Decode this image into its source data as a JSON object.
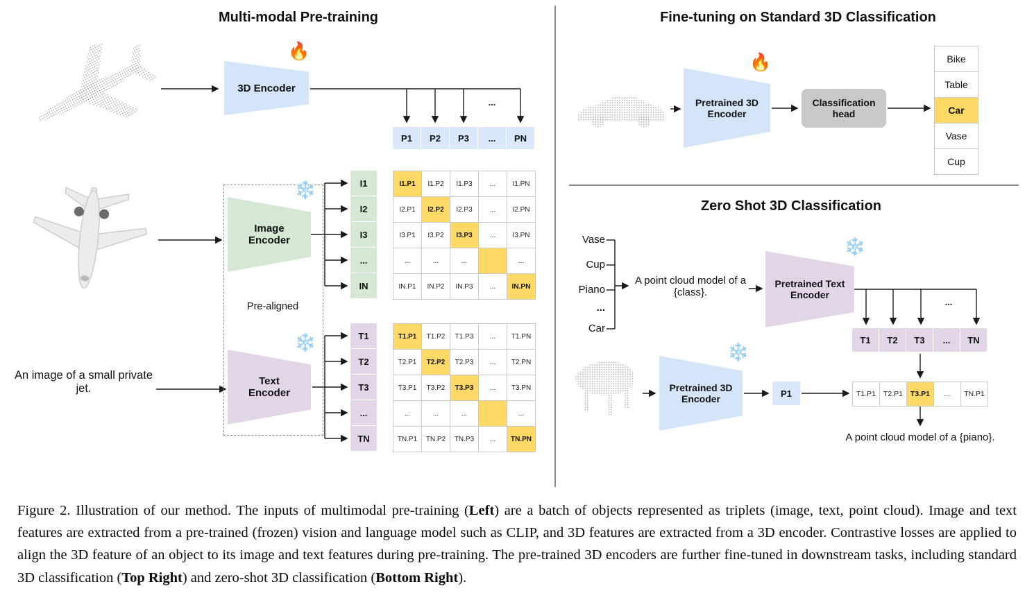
{
  "icons": {
    "fire": "🔥",
    "snowflake": "❄️"
  },
  "colors": {
    "blue_cell": "#dae8fc",
    "green_cell": "#d5e8d4",
    "purple_cell": "#e1d5e7",
    "highlight": "#ffd966",
    "gray_box": "#c9c9c9"
  },
  "left_panel": {
    "title": "Multi-modal Pre-training",
    "encoder_3d_label": "3D Encoder",
    "image_encoder_label": "Image Encoder",
    "text_encoder_label": "Text Encoder",
    "prealigned_label": "Pre-aligned",
    "text_input": "An image of a small private jet.",
    "ellipsis": "...",
    "p_header": [
      "P1",
      "P2",
      "P3",
      "...",
      "PN"
    ],
    "i_labels": [
      "I1",
      "I2",
      "I3",
      "...",
      "IN"
    ],
    "t_labels": [
      "T1",
      "T2",
      "T3",
      "...",
      "TN"
    ],
    "i_matrix": [
      [
        "I1.P1",
        "I1.P2",
        "I1.P3",
        "...",
        "I1.PN"
      ],
      [
        "I2.P1",
        "I2.P2",
        "I2.P3",
        "...",
        "I2.PN"
      ],
      [
        "I3.P1",
        "I3.P2",
        "I3.P3",
        "...",
        "I3.PN"
      ],
      [
        "...",
        "...",
        "...",
        "",
        "..."
      ],
      [
        "IN.P1",
        "IN.P2",
        "IN.P3",
        "...",
        "IN.PN"
      ]
    ],
    "t_matrix": [
      [
        "T1.P1",
        "T1.P2",
        "T1.P3",
        "...",
        "T1.PN"
      ],
      [
        "T2.P1",
        "T2.P2",
        "T2.P3",
        "...",
        "T2.PN"
      ],
      [
        "T3.P1",
        "T3.P2",
        "T3.P3",
        "...",
        "T3.PN"
      ],
      [
        "...",
        "...",
        "...",
        "",
        "..."
      ],
      [
        "TN.P1",
        "TN.P2",
        "TN.P3",
        "...",
        "TN.PN"
      ]
    ]
  },
  "top_right": {
    "title": "Fine-tuning on Standard 3D Classification",
    "encoder_label": "Pretrained 3D Encoder",
    "head_label": "Classification head",
    "classes": [
      "Bike",
      "Table",
      "Car",
      "Vase",
      "Cup"
    ],
    "selected_class": "Car"
  },
  "bottom_right": {
    "title": "Zero Shot 3D Classification",
    "class_words": [
      "Vase",
      "Cup",
      "Piano",
      "...",
      "Car"
    ],
    "prompt": "A point cloud model of a {class}.",
    "text_encoder_label": "Pretrained Text Encoder",
    "encoder_3d_label": "Pretrained 3D Encoder",
    "ellipsis": "...",
    "t_header": [
      "T1",
      "T2",
      "T3",
      "...",
      "TN"
    ],
    "p1_label": "P1",
    "result_row": [
      "T1.P1",
      "T2.P1",
      "T3.P1",
      "...",
      "TN.P1"
    ],
    "result_text": "A point cloud model of a {piano}."
  },
  "caption": {
    "segments": [
      {
        "text": "Figure 2. Illustration of our method. The inputs of multimodal pre-training ("
      },
      {
        "text": "Left",
        "bold": true
      },
      {
        "text": ") are a batch of objects represented as triplets (image, text, point cloud). Image and text features are extracted from a pre-trained (frozen) vision and language model such as CLIP, and 3D features are extracted from a 3D encoder. Contrastive losses are applied to align the 3D feature of an object to its image and text features during pre-training. The pre-trained 3D encoders are further fine-tuned in downstream tasks, including standard 3D classification ("
      },
      {
        "text": "Top Right",
        "bold": true
      },
      {
        "text": ") and zero-shot 3D classification ("
      },
      {
        "text": "Bottom Right",
        "bold": true
      },
      {
        "text": ")."
      }
    ]
  }
}
